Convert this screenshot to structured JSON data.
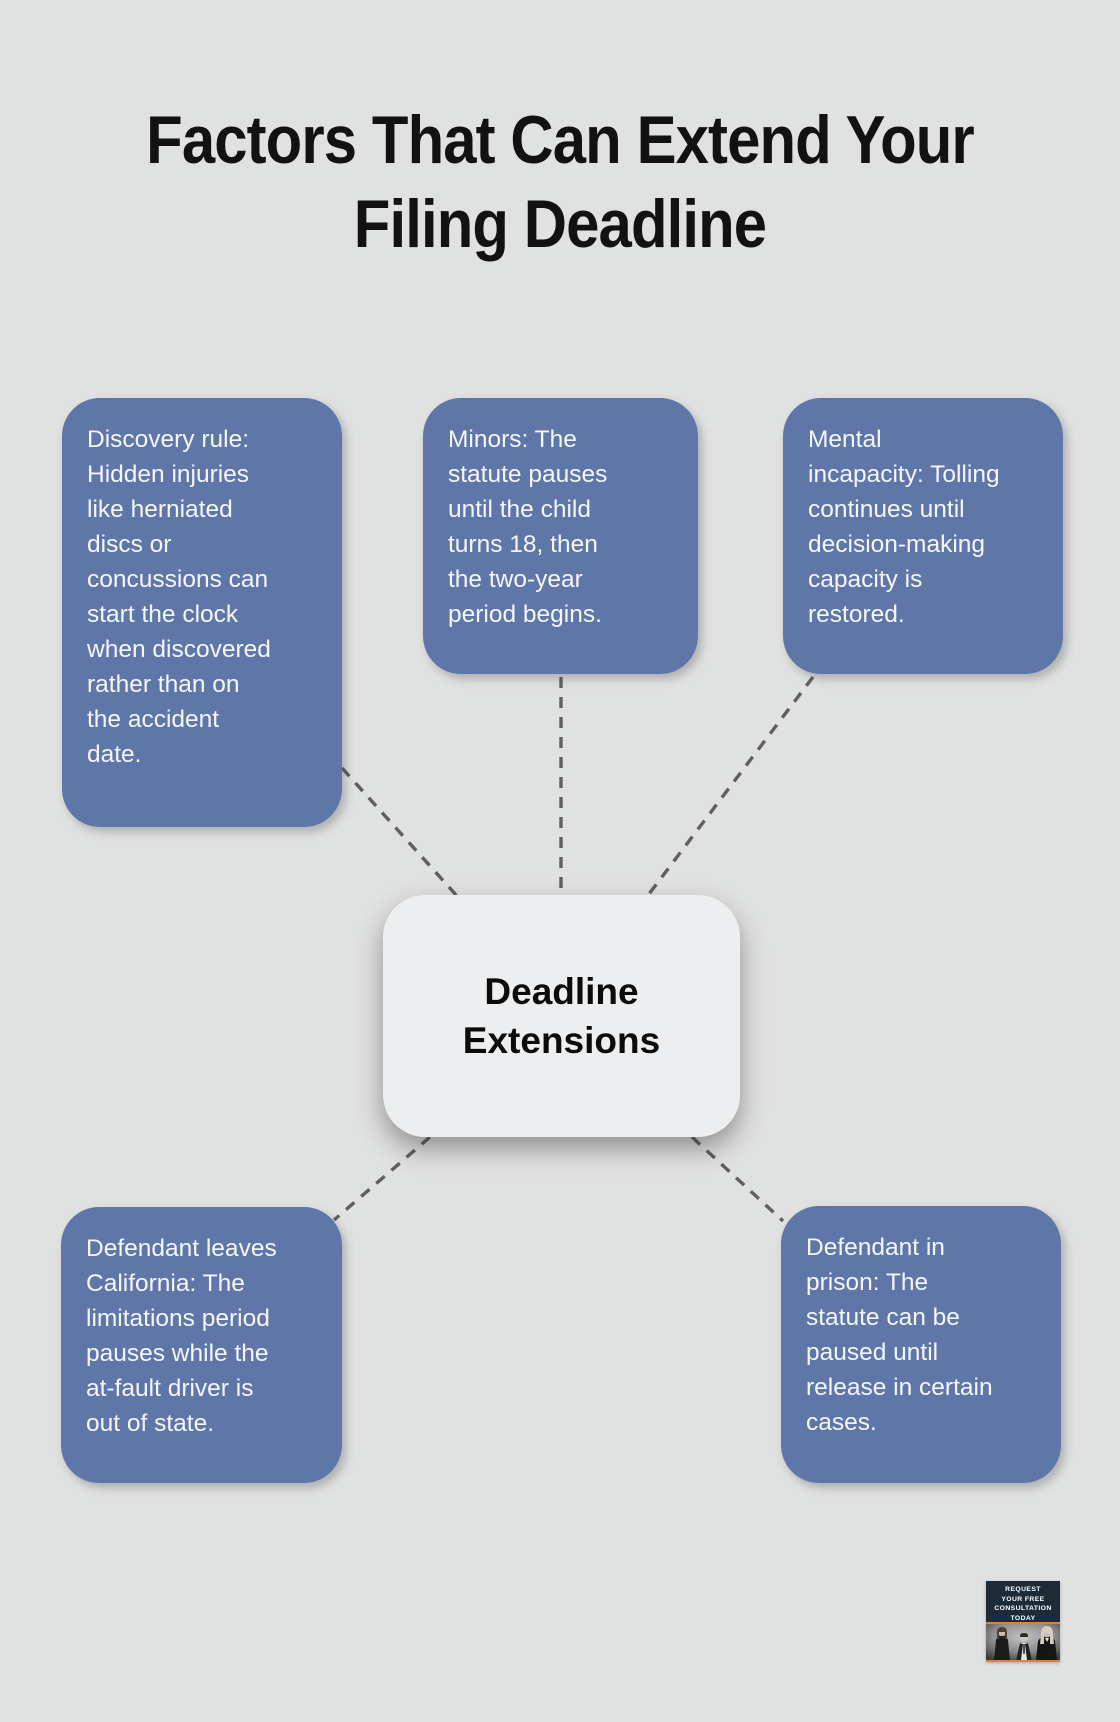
{
  "title": {
    "lines": [
      "Factors That Can Extend Your",
      "Filing Deadline"
    ]
  },
  "center_node": {
    "lines": [
      "Deadline",
      "Extensions"
    ]
  },
  "factor_nodes": [
    {
      "id": "discovery-rule",
      "lines": [
        "Discovery rule:",
        "Hidden injuries",
        "like herniated",
        "discs or",
        "concussions can",
        "start the clock",
        "when discovered",
        "rather than on",
        "the accident",
        "date."
      ]
    },
    {
      "id": "minors",
      "lines": [
        "Minors: The",
        "statute pauses",
        "until the child",
        "turns 18, then",
        "the two-year",
        "period begins."
      ]
    },
    {
      "id": "mental-incapacity",
      "lines": [
        "Mental",
        "incapacity: Tolling",
        "continues until",
        "decision-making",
        "capacity is",
        "restored."
      ]
    },
    {
      "id": "defendant-leaves-california",
      "lines": [
        "Defendant leaves",
        "California: The",
        "limitations period",
        "pauses while the",
        "at-fault driver is",
        "out of state."
      ]
    },
    {
      "id": "defendant-in-prison",
      "lines": [
        "Defendant in",
        "prison: The",
        "statute can be",
        "paused until",
        "release in certain",
        "cases."
      ]
    }
  ],
  "cta_badge": {
    "lines": [
      "REQUEST",
      "YOUR FREE",
      "CONSULTATION",
      "TODAY"
    ]
  },
  "colors": {
    "background": "#e0e1e1",
    "node_fill": "#5e76a8",
    "node_text": "#f5f7fa",
    "center_fill": "#edeef0",
    "center_text": "#0b0b0b",
    "connector": "#5f5f5f",
    "title": "#121212",
    "badge_navy": "#1d2b39",
    "badge_orange": "#e0832b"
  }
}
